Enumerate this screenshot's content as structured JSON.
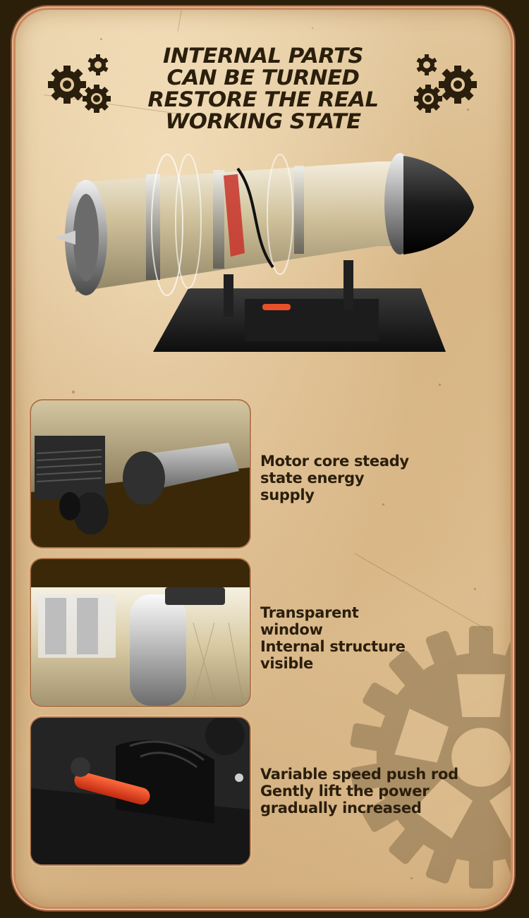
{
  "headline": {
    "lines": [
      "INTERNAL PARTS",
      "CAN BE TURNED",
      "RESTORE THE REAL",
      "WORKING STATE"
    ]
  },
  "decorations": {
    "left_icon": "gears-icon",
    "right_icon": "gears-icon",
    "background_icon": "large-gear-icon"
  },
  "hero": {
    "subject": "jet-engine-model-with-stand"
  },
  "features": [
    {
      "image": "motor-core-closeup",
      "caption_lines": [
        "Motor core steady",
        "state energy",
        "supply"
      ]
    },
    {
      "image": "transparent-window-closeup",
      "caption_lines": [
        "Transparent",
        "window",
        "Internal structure",
        "visible"
      ]
    },
    {
      "image": "speed-push-rod-closeup",
      "caption_lines": [
        "Variable speed push rod",
        "Gently lift the power",
        "gradually increased"
      ]
    }
  ],
  "colors": {
    "page_background": "#2b1f0a",
    "parchment": "#e2c79c",
    "border_copper": "#c98a5e",
    "text_dark": "#2a1e0c",
    "accent_orange": "#e8502a",
    "panel_dark_brown": "#3a2808"
  }
}
